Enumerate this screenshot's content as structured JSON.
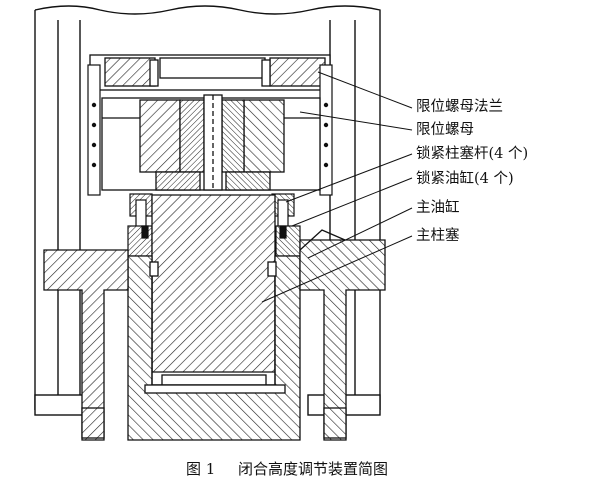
{
  "diagram": {
    "labels": [
      "限位螺母法兰",
      "限位螺母",
      "锁紧柱塞杆(4 个)",
      "锁紧油缸(4 个)",
      "主油缸",
      "主柱塞"
    ]
  },
  "caption": {
    "figure_number": "图 1",
    "title": "闭合高度调节装置简图"
  }
}
